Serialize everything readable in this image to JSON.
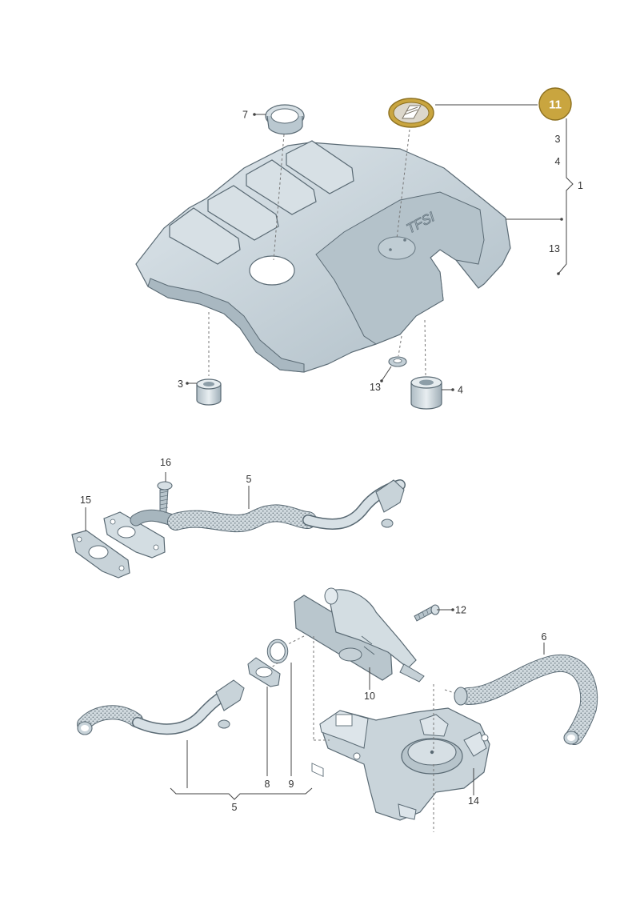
{
  "colors": {
    "part_fill": "#c9d4da",
    "part_fill_light": "#dde5ea",
    "part_fill_dark": "#9fb0b9",
    "badge": "#c9a53f",
    "badge_stroke": "#8c7020"
  },
  "engine_cover": {
    "logo_text": "TFSI"
  },
  "highlight_badge": {
    "label": "11"
  },
  "callouts": {
    "c7": "7",
    "c3_left": "3",
    "c13_bottom": "13",
    "c4_bottom": "4",
    "c3_right": "3",
    "c4_right": "4",
    "c1": "1",
    "c13_right": "13",
    "c16": "16",
    "c5_top": "5",
    "c15": "15",
    "c12": "12",
    "c10": "10",
    "c6": "6",
    "c14": "14",
    "c8": "8",
    "c9": "9",
    "c5_bottom": "5"
  }
}
